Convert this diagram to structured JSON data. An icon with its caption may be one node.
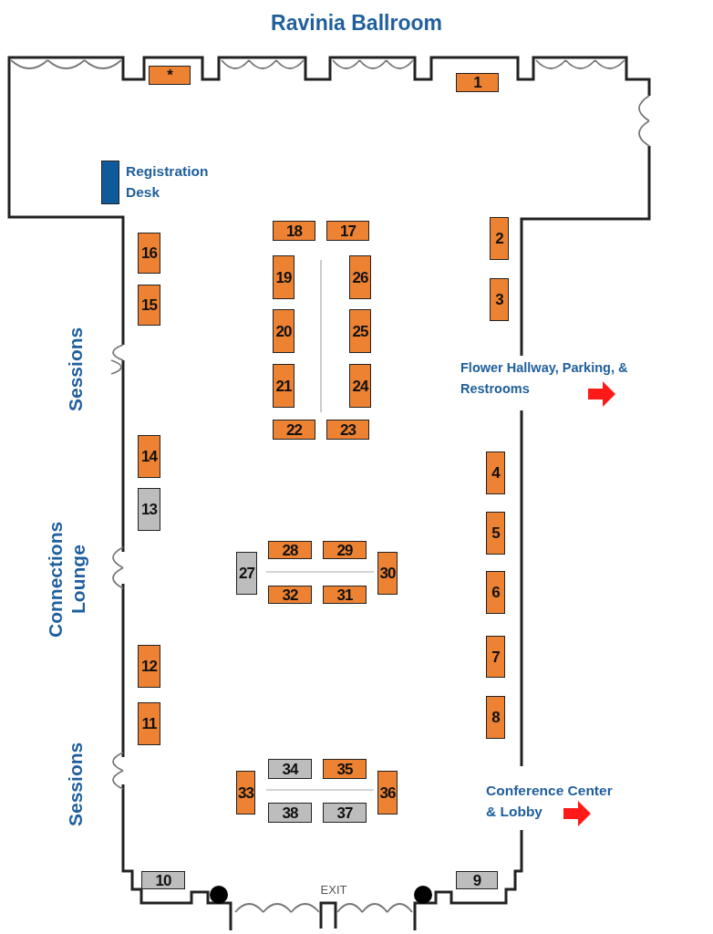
{
  "diagram": {
    "title": "Ravinia Ballroom",
    "nodes": [
      {
        "text": [
          "*"
        ]
      },
      {
        "text": [
          "1"
        ]
      },
      {
        "text": [],
        "shape": "box",
        "beside": [
          "Registration Desk"
        ]
      },
      {
        "text": [
          "18"
        ]
      },
      {
        "text": [
          "17"
        ]
      },
      {
        "text": [
          "2"
        ]
      },
      {
        "text": [
          "16"
        ]
      },
      {
        "text": [
          "19"
        ]
      },
      {
        "text": [
          "26"
        ]
      },
      {
        "text": [
          "15"
        ]
      },
      {
        "text": [
          "3"
        ]
      },
      {
        "text": [
          "20"
        ]
      },
      {
        "text": [
          "25"
        ]
      },
      {
        "text": [
          "21"
        ]
      },
      {
        "text": [
          "24"
        ]
      },
      {
        "text": [
          "22"
        ]
      },
      {
        "text": [
          "23"
        ]
      },
      {
        "text": [
          "14"
        ]
      },
      {
        "text": [
          "4"
        ]
      },
      {
        "text": [
          "13"
        ]
      },
      {
        "text": [
          "5"
        ]
      },
      {
        "text": [
          "28"
        ]
      },
      {
        "text": [
          "29"
        ]
      },
      {
        "text": [
          "27"
        ]
      },
      {
        "text": [
          "30"
        ]
      },
      {
        "text": [
          "6"
        ]
      },
      {
        "text": [
          "32"
        ]
      },
      {
        "text": [
          "31"
        ]
      },
      {
        "text": [
          "7"
        ]
      },
      {
        "text": [
          "12"
        ]
      },
      {
        "text": [
          "8"
        ]
      },
      {
        "text": [
          "11"
        ]
      },
      {
        "text": [
          "34"
        ]
      },
      {
        "text": [
          "35"
        ]
      },
      {
        "text": [
          "33"
        ]
      },
      {
        "text": [
          "36"
        ]
      },
      {
        "text": [
          "38"
        ]
      },
      {
        "text": [
          "37"
        ]
      },
      {
        "text": [
          "10"
        ]
      },
      {
        "text": [
          "9"
        ]
      }
    ],
    "labels": [
      "Sessions",
      "Flower Hallway, Parking, & Restrooms",
      "Connections Lounge",
      "Sessions",
      "Conference Center & Lobby",
      "EXIT"
    ]
  }
}
